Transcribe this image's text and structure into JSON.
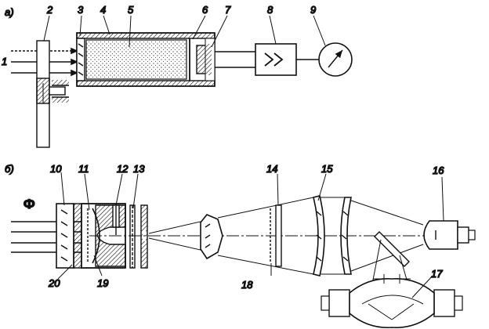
{
  "panels": {
    "a": "а)",
    "b": "б)"
  },
  "labels": {
    "n1": "1",
    "n2": "2",
    "n3": "3",
    "n4": "4",
    "n5": "5",
    "n6": "6",
    "n7": "7",
    "n8": "8",
    "n9": "9",
    "n10": "10",
    "n11": "11",
    "n12": "12",
    "n13": "13",
    "n14": "14",
    "n15": "15",
    "n16": "16",
    "n17": "17",
    "n18": "18",
    "n19": "19",
    "n20": "20",
    "phi": "Ф"
  },
  "colors": {
    "ink": "#111111",
    "paper": "#ffffff"
  }
}
